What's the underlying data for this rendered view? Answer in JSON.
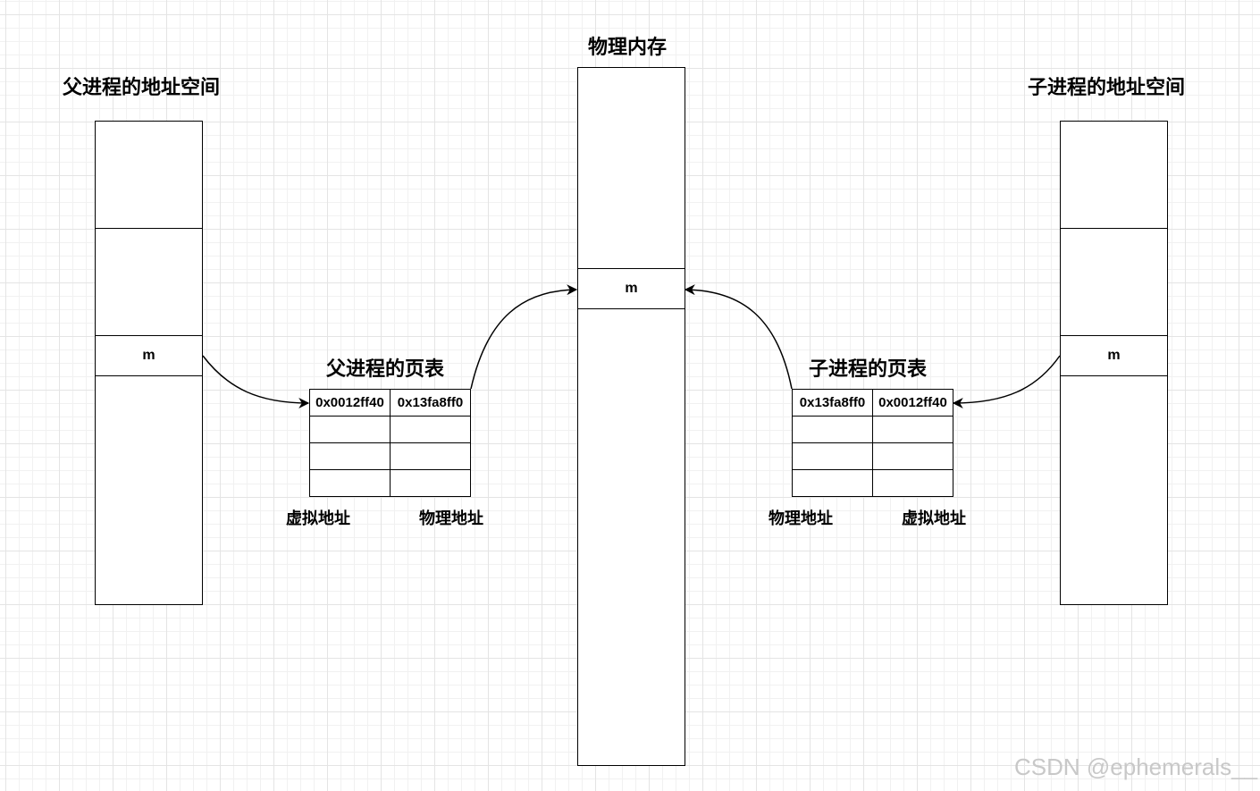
{
  "parent_space": {
    "title": "父进程的地址空间",
    "cell_label": "m"
  },
  "child_space": {
    "title": "子进程的地址空间",
    "cell_label": "m"
  },
  "physical_memory": {
    "title": "物理内存",
    "cell_label": "m"
  },
  "parent_page_table": {
    "title": "父进程的页表",
    "row0": [
      "0x0012ff40",
      "0x13fa8ff0"
    ],
    "col_labels": [
      "虚拟地址",
      "物理地址"
    ]
  },
  "child_page_table": {
    "title": "子进程的页表",
    "row0": [
      "0x13fa8ff0",
      "0x0012ff40"
    ],
    "col_labels": [
      "物理地址",
      "虚拟地址"
    ]
  },
  "watermark": "CSDN @ephemerals__"
}
